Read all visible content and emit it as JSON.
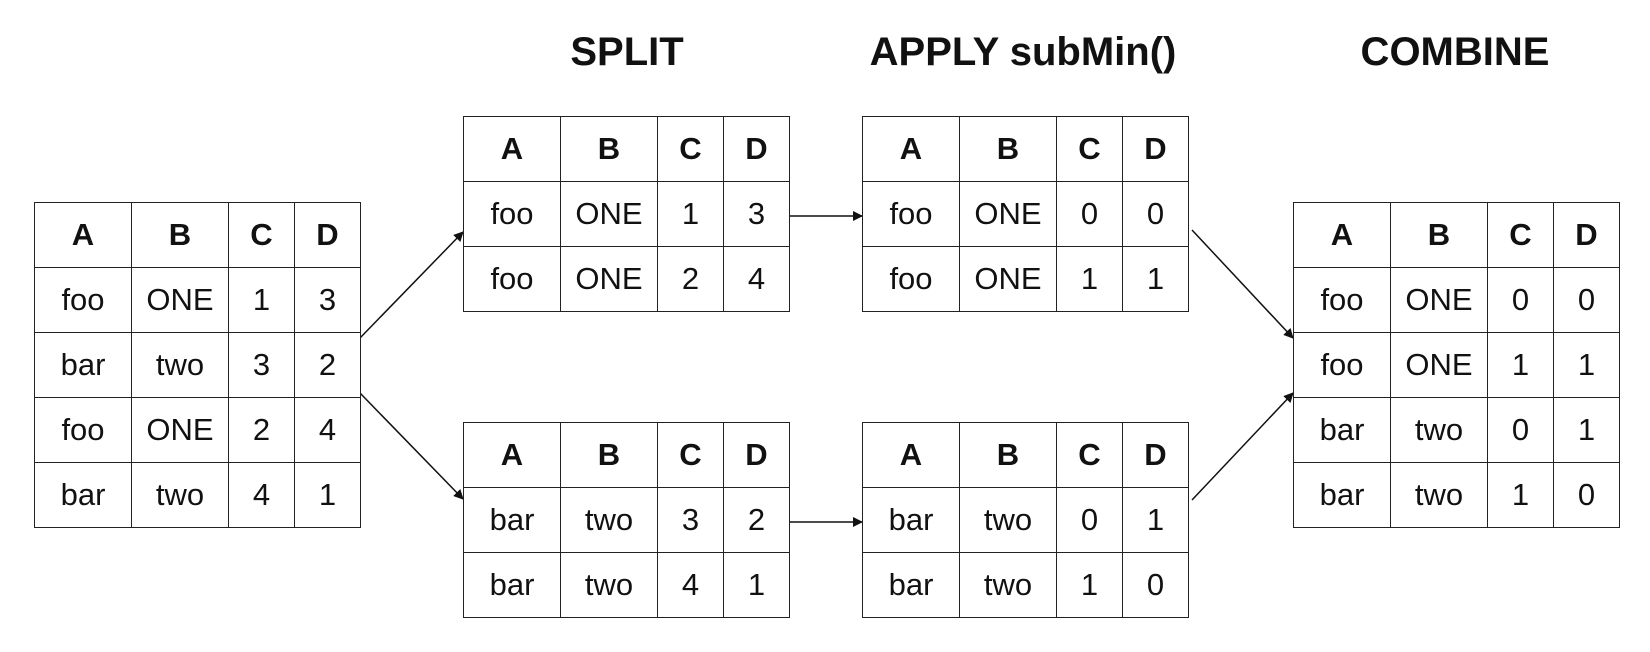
{
  "headings": {
    "split": "SPLIT",
    "apply": "APPLY subMin()",
    "combine": "COMBINE"
  },
  "columns": [
    "A",
    "B",
    "C",
    "D"
  ],
  "tables": {
    "input": [
      [
        "foo",
        "ONE",
        "1",
        "3"
      ],
      [
        "bar",
        "two",
        "3",
        "2"
      ],
      [
        "foo",
        "ONE",
        "2",
        "4"
      ],
      [
        "bar",
        "two",
        "4",
        "1"
      ]
    ],
    "split_foo": [
      [
        "foo",
        "ONE",
        "1",
        "3"
      ],
      [
        "foo",
        "ONE",
        "2",
        "4"
      ]
    ],
    "split_bar": [
      [
        "bar",
        "two",
        "3",
        "2"
      ],
      [
        "bar",
        "two",
        "4",
        "1"
      ]
    ],
    "apply_foo": [
      [
        "foo",
        "ONE",
        "0",
        "0"
      ],
      [
        "foo",
        "ONE",
        "1",
        "1"
      ]
    ],
    "apply_bar": [
      [
        "bar",
        "two",
        "0",
        "1"
      ],
      [
        "bar",
        "two",
        "1",
        "0"
      ]
    ],
    "combined": [
      [
        "foo",
        "ONE",
        "0",
        "0"
      ],
      [
        "foo",
        "ONE",
        "1",
        "1"
      ],
      [
        "bar",
        "two",
        "0",
        "1"
      ],
      [
        "bar",
        "two",
        "1",
        "0"
      ]
    ]
  }
}
